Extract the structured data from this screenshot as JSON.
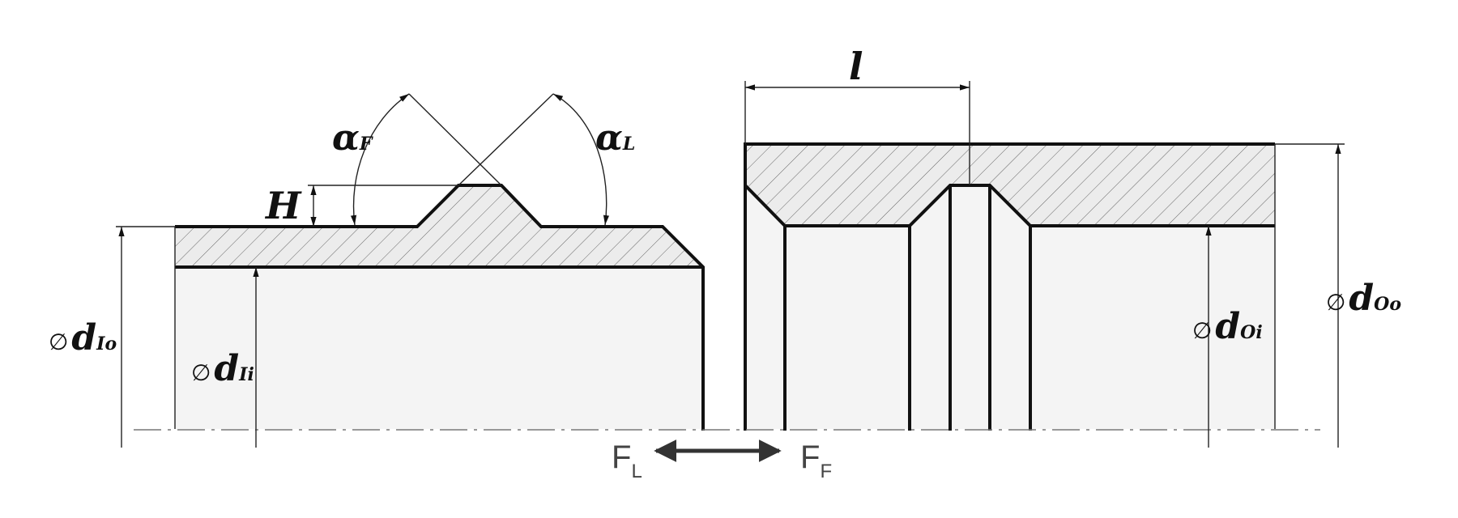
{
  "labels": {
    "l": "l",
    "alpha_F_main": "α",
    "alpha_F_sub": "F",
    "alpha_L_main": "α",
    "alpha_L_sub": "L",
    "H": "H",
    "dIo_symbol": "∅",
    "dIo_main": "d",
    "dIo_sub": "Io",
    "dIi_symbol": "∅",
    "dIi_main": "d",
    "dIi_sub": "Ii",
    "dOi_symbol": "∅",
    "dOi_main": "d",
    "dOi_sub": "Oi",
    "dOo_symbol": "∅",
    "dOo_main": "d",
    "dOo_sub": "Oo",
    "FL_main": "F",
    "FL_sub": "L",
    "FF_main": "F",
    "FF_sub": "F"
  },
  "colors": {
    "outline": "#111111",
    "bore_fill": "#f4f4f4",
    "hatch_fill": "#ececec",
    "centerline": "#777777",
    "force_arrow": "#333333"
  }
}
